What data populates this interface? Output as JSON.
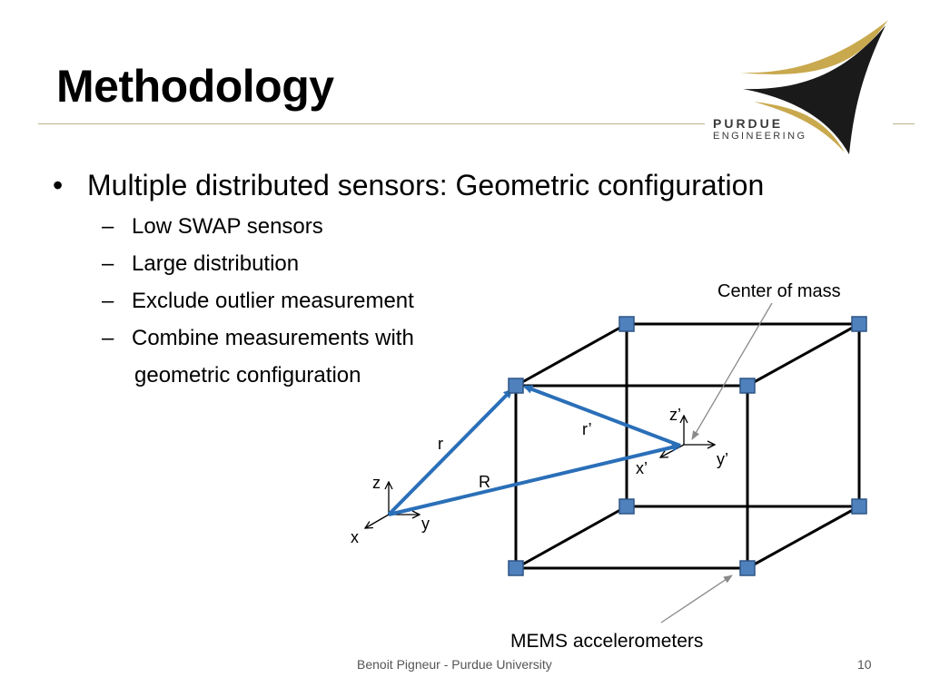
{
  "slide": {
    "title": "Methodology",
    "bullet": "Multiple distributed sensors: Geometric configuration",
    "bullet_marker": "•",
    "sub_marker": "–",
    "sub_bullets": [
      "Low SWAP sensors",
      "Large distribution",
      "Exclude outlier measurement",
      "Combine measurements with"
    ],
    "sub_bullet_continuation": "geometric configuration",
    "footer": "Benoit Pigneur - Purdue University",
    "page_number": "10"
  },
  "logo": {
    "line1": "PURDUE",
    "line2": "ENGINEERING",
    "colors": {
      "gold": "#c9a94e",
      "black": "#1a1a1a"
    }
  },
  "diagram": {
    "callouts": {
      "center_of_mass": "Center of mass",
      "mems": "MEMS accelerometers"
    },
    "origin_axes": {
      "z": "z",
      "y": "y",
      "x": "x"
    },
    "com_axes": {
      "z": "z’",
      "y": "y’",
      "x": "x’"
    },
    "vectors": {
      "r": "r",
      "R": "R",
      "r_prime": "r’"
    },
    "colors": {
      "vector": "#2a6fb8",
      "sensor_fill": "#4f81bd",
      "sensor_stroke": "#2f5585",
      "rule": "#b7b48a"
    }
  }
}
